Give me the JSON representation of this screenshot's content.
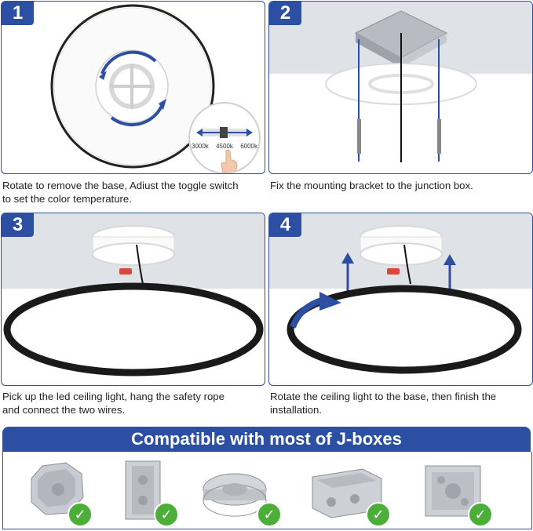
{
  "steps": [
    {
      "number": "1",
      "caption_line1": "Rotate to remove the base, Adiust the toggle switch",
      "caption_line2": "to set the color temperature.",
      "cct_labels": [
        "3000k",
        "4500k",
        "6000k"
      ]
    },
    {
      "number": "2",
      "caption_line1": "Fix the mounting bracket to the junction box.",
      "caption_line2": ""
    },
    {
      "number": "3",
      "caption_line1": "Pick up the led ceiling light, hang the safety rope",
      "caption_line2": "and connect the two wires."
    },
    {
      "number": "4",
      "caption_line1": "Rotate the ceiling light to the base, then finish the",
      "caption_line2": "installation."
    }
  ],
  "compat": {
    "title": "Compatible with most of J-boxes",
    "boxes": [
      {
        "icon": "octagon-junction-box-icon"
      },
      {
        "icon": "single-gang-junction-box-icon"
      },
      {
        "icon": "round-pancake-junction-box-icon"
      },
      {
        "icon": "double-gang-junction-box-icon"
      },
      {
        "icon": "square-junction-box-icon"
      }
    ]
  },
  "colors": {
    "brand_blue": "#2c4fa3",
    "check_green": "#4cae38"
  }
}
